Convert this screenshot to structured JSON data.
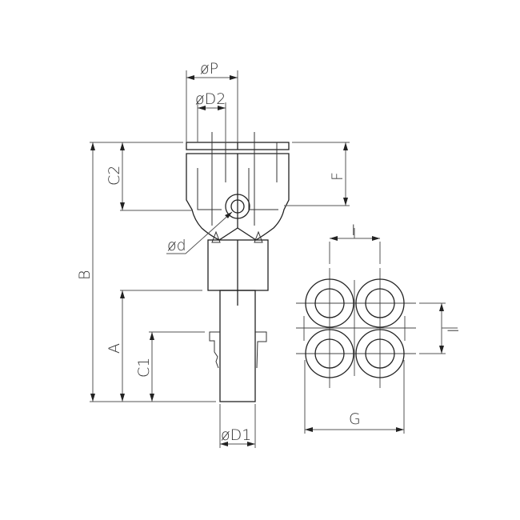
{
  "labels": {
    "phi_p": "øP",
    "phi_d2": "øD2",
    "c2": "C2",
    "f": "F",
    "b": "B",
    "phi_d": "ød",
    "a": "A",
    "c1": "C1",
    "phi_d1": "øD1",
    "g": "G",
    "i_top": "I",
    "i_right": "I"
  }
}
